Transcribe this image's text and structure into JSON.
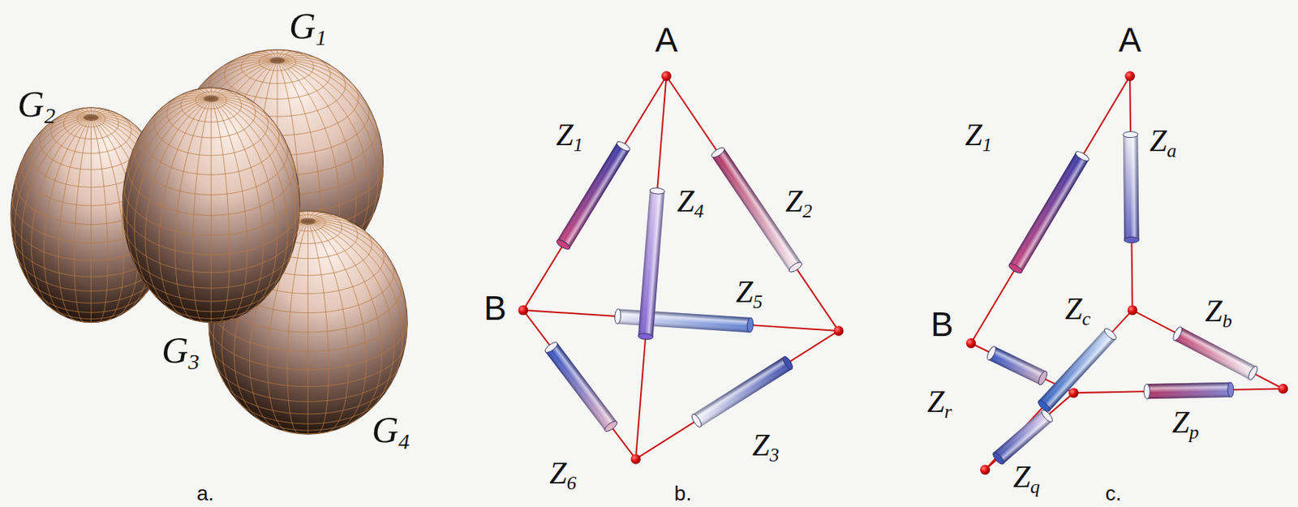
{
  "diagram": {
    "labels": [
      "G1",
      "G2",
      "G3",
      "G4",
      "a.",
      "A",
      "Z1",
      "Z4",
      "Z2",
      "B",
      "Z5",
      "Z6",
      "Z3",
      "b.",
      "A",
      "Z1",
      "Za",
      "B",
      "Zc",
      "Zb",
      "Zr",
      "Zp",
      "Zq",
      "c."
    ]
  }
}
